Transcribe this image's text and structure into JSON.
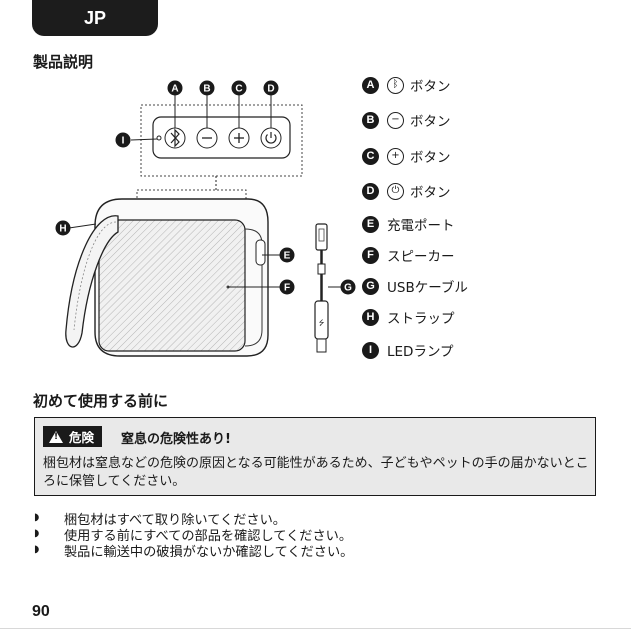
{
  "header": {
    "tab_label": "JP"
  },
  "section1": {
    "title": "製品説明"
  },
  "diagram": {
    "callouts": [
      "A",
      "B",
      "C",
      "D",
      "E",
      "F",
      "G",
      "H",
      "I"
    ],
    "port_icon": "usb-icon"
  },
  "legend": [
    {
      "letter": "A",
      "icon": "bluetooth-icon",
      "text": "ボタン"
    },
    {
      "letter": "B",
      "icon": "minus-icon",
      "text": "ボタン"
    },
    {
      "letter": "C",
      "icon": "plus-icon",
      "text": "ボタン"
    },
    {
      "letter": "D",
      "icon": "power-icon",
      "text": "ボタン"
    },
    {
      "letter": "E",
      "text": "充電ポート"
    },
    {
      "letter": "F",
      "text": "スピーカー"
    },
    {
      "letter": "G",
      "text": "USBケーブル"
    },
    {
      "letter": "H",
      "text": "ストラップ"
    },
    {
      "letter": "I",
      "text": "LEDランプ"
    }
  ],
  "section2": {
    "title": "初めて使用する前に"
  },
  "warning": {
    "badge": "危険",
    "title": "窒息の危険性あり!",
    "body": "梱包材は窒息などの危険の原因となる可能性があるため、子どもやペットの手の届かないところに保管してください。"
  },
  "bullets": [
    "梱包材はすべて取り除いてください。",
    "使用する前にすべての部品を確認してください。",
    "製品に輸送中の破損がないか確認してください。"
  ],
  "footer": {
    "page_number": "90"
  }
}
